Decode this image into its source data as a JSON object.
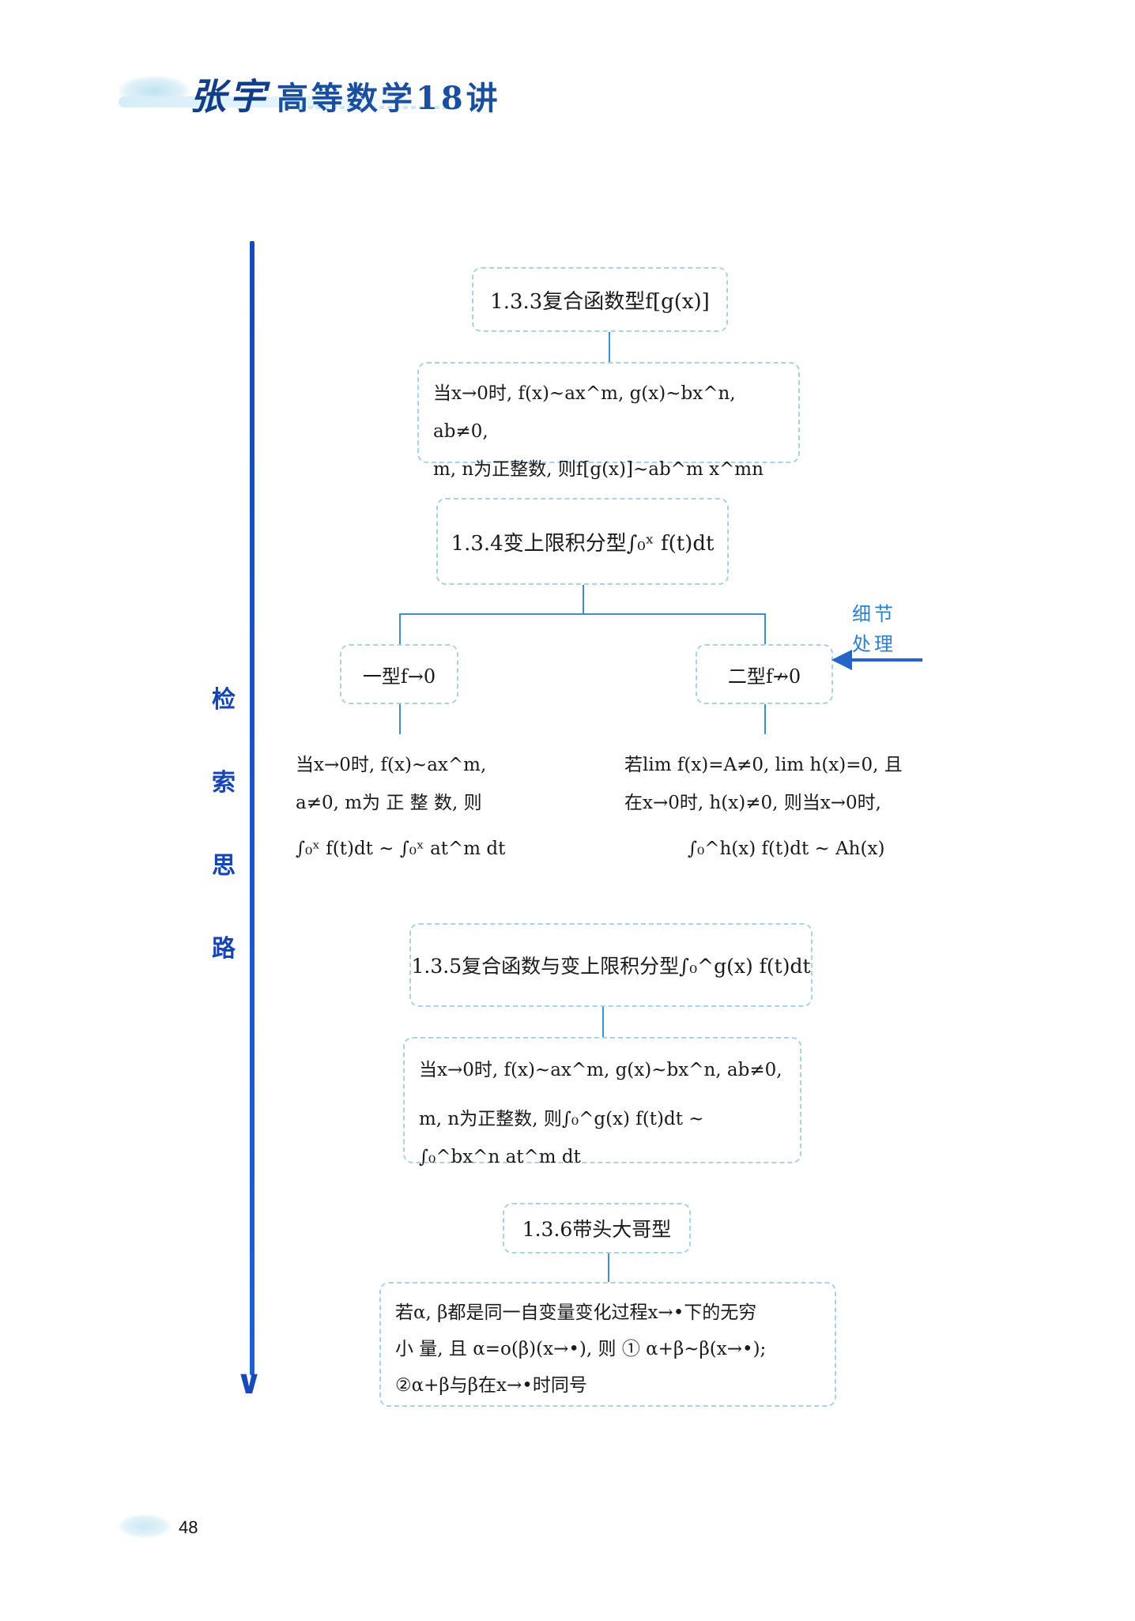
{
  "header": {
    "brand": "张宇",
    "title": "高等数学18讲"
  },
  "sidebar": {
    "chars": [
      "检",
      "索",
      "思",
      "路"
    ],
    "arrow": "∨"
  },
  "side_note": {
    "line1": "细节",
    "line2": "处理"
  },
  "s133": {
    "title": "1.3.3复合函数型f[g(x)]",
    "line1": "当x→0时, f(x)~ax^m, g(x)~bx^n, ab≠0,",
    "line2": "m, n为正整数, 则f[g(x)]~ab^m x^mn"
  },
  "s134": {
    "title": "1.3.4变上限积分型∫₀ˣ f(t)dt",
    "type1": "一型f→0",
    "type2": "二型f↛0",
    "left_line1": "当x→0时, f(x)~ax^m,",
    "left_line2": "a≠0, m为 正 整 数, 则",
    "left_line3": "∫₀ˣ f(t)dt ~ ∫₀ˣ at^m dt",
    "right_line1": "若lim f(x)=A≠0, lim h(x)=0, 且",
    "right_line2": "在x→0时, h(x)≠0, 则当x→0时,",
    "right_line3": "∫₀^h(x) f(t)dt ~ Ah(x)"
  },
  "s135": {
    "title": "1.3.5复合函数与变上限积分型∫₀^g(x) f(t)dt",
    "line1": "当x→0时, f(x)~ax^m, g(x)~bx^n, ab≠0,",
    "line2": "m, n为正整数, 则∫₀^g(x) f(t)dt ~ ∫₀^bx^n at^m dt"
  },
  "s136": {
    "title": "1.3.6带头大哥型",
    "line1": "若α, β都是同一自变量变化过程x→•下的无穷",
    "line2": "小 量, 且 α=o(β)(x→•), 则 ① α+β~β(x→•);",
    "line3": "②α+β与β在x→•时同号"
  },
  "footer": {
    "page_number": "48"
  }
}
